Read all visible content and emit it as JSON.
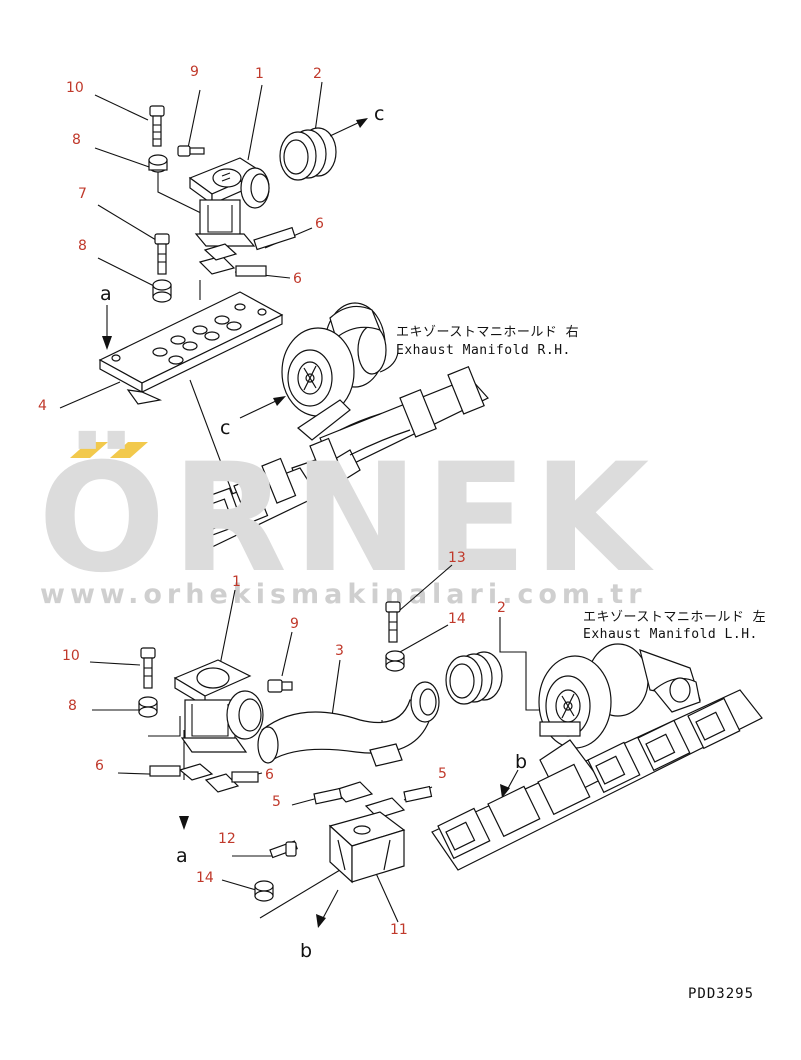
{
  "watermark": {
    "brand": "ÖRNEK",
    "url": "www.orhekismakinalari.com.tr",
    "accent_color": "#f2c94c",
    "text_color": "#d9d9d9"
  },
  "upper_assembly": {
    "callouts": [
      "10",
      "9",
      "1",
      "2",
      "8",
      "7",
      "6",
      "6",
      "8",
      "4"
    ],
    "view_labels": [
      "a",
      "c",
      "c"
    ],
    "manifold_caption_jp": "エキゾーストマニホールド 右",
    "manifold_caption_en": "Exhaust Manifold R.H."
  },
  "lower_assembly": {
    "callouts": [
      "1",
      "13",
      "2",
      "10",
      "9",
      "3",
      "14",
      "8",
      "6",
      "6",
      "5",
      "5",
      "12",
      "14",
      "11"
    ],
    "view_labels": [
      "b",
      "a",
      "b"
    ],
    "manifold_caption_jp": "エキゾーストマニホールド 左",
    "manifold_caption_en": "Exhaust Manifold L.H."
  },
  "drawing_code": "PDD3295",
  "colors": {
    "callout": "#c0392b",
    "line": "#111111",
    "background": "#ffffff"
  }
}
